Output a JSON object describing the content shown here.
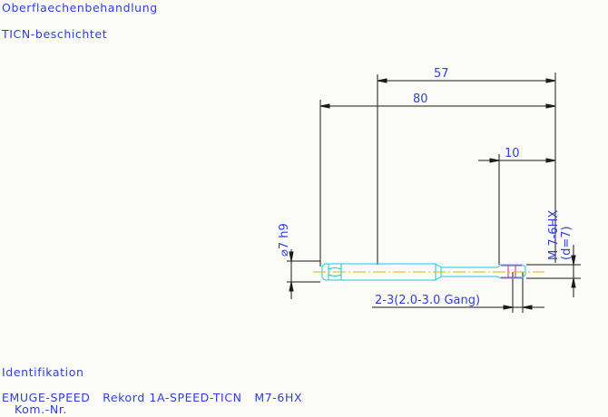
{
  "header": {
    "surface_label": "Oberflaechenbehandlung",
    "coating": "TICN-beschichtet"
  },
  "drawing": {
    "dim_overall": "57",
    "dim_total": "80",
    "dim_thread_len": "10",
    "dim_shank_dia": "⌀7 h9",
    "dim_thread_spec": "M 7-6HX",
    "dim_thread_d": "(d=7)",
    "dim_chamfer": "2-3(2.0-3.0 Gang)",
    "colors": {
      "dimension": "#1a1a1a",
      "dim_text": "#2f3fd8",
      "tool_outline": "#19c8e0",
      "center_line": "#d8b800",
      "thread": "#e0219a"
    }
  },
  "footer": {
    "ident_label": "Identifikation",
    "product": "EMUGE-SPEED   Rekord 1A-SPEED-TICN   M7-6HX",
    "kom": "Kom.-Nr."
  }
}
